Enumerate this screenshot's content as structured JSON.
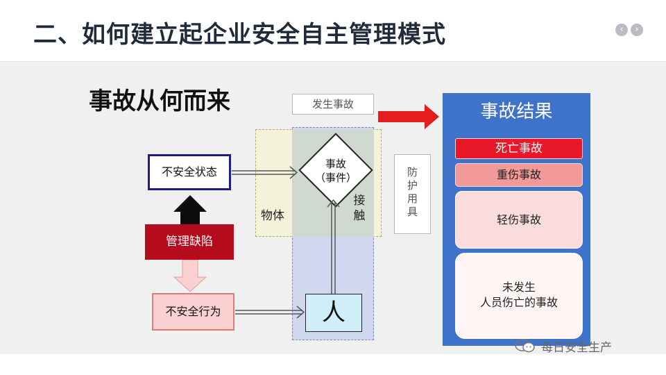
{
  "header": {
    "title": "二、如何建立起企业安全自主管理模式",
    "nav_prev": "‹",
    "nav_next": "›"
  },
  "slide": {
    "subtitle": "事故从何而来"
  },
  "diagram": {
    "occurrence_label": "发生事故",
    "object_label": "物体",
    "contact_label": "接触",
    "incident_label_1": "事故",
    "incident_label_2": "（事件）",
    "unsafe_state": "不安全状态",
    "management_defect": "管理缺陷",
    "unsafe_act": "不安全行为",
    "person": "人",
    "ppe_label": "防护用具"
  },
  "results": {
    "title": "事故结果",
    "death": "死亡事故",
    "serious": "重伤事故",
    "minor": "轻伤事故",
    "none_line1": "未发生",
    "none_line2": "人员伤亡的事故"
  },
  "watermark": {
    "text": "每日安全生产",
    "icon": "wechat-icon"
  },
  "colors": {
    "title": "#1f2a3a",
    "management_fill": "#b40c1c",
    "results_panel": "#3f72c9",
    "death_fill": "#e8182a",
    "serious_fill": "#f29a9a",
    "minor_fill": "#fbdcdc",
    "arrow_red": "#e41d1d"
  }
}
